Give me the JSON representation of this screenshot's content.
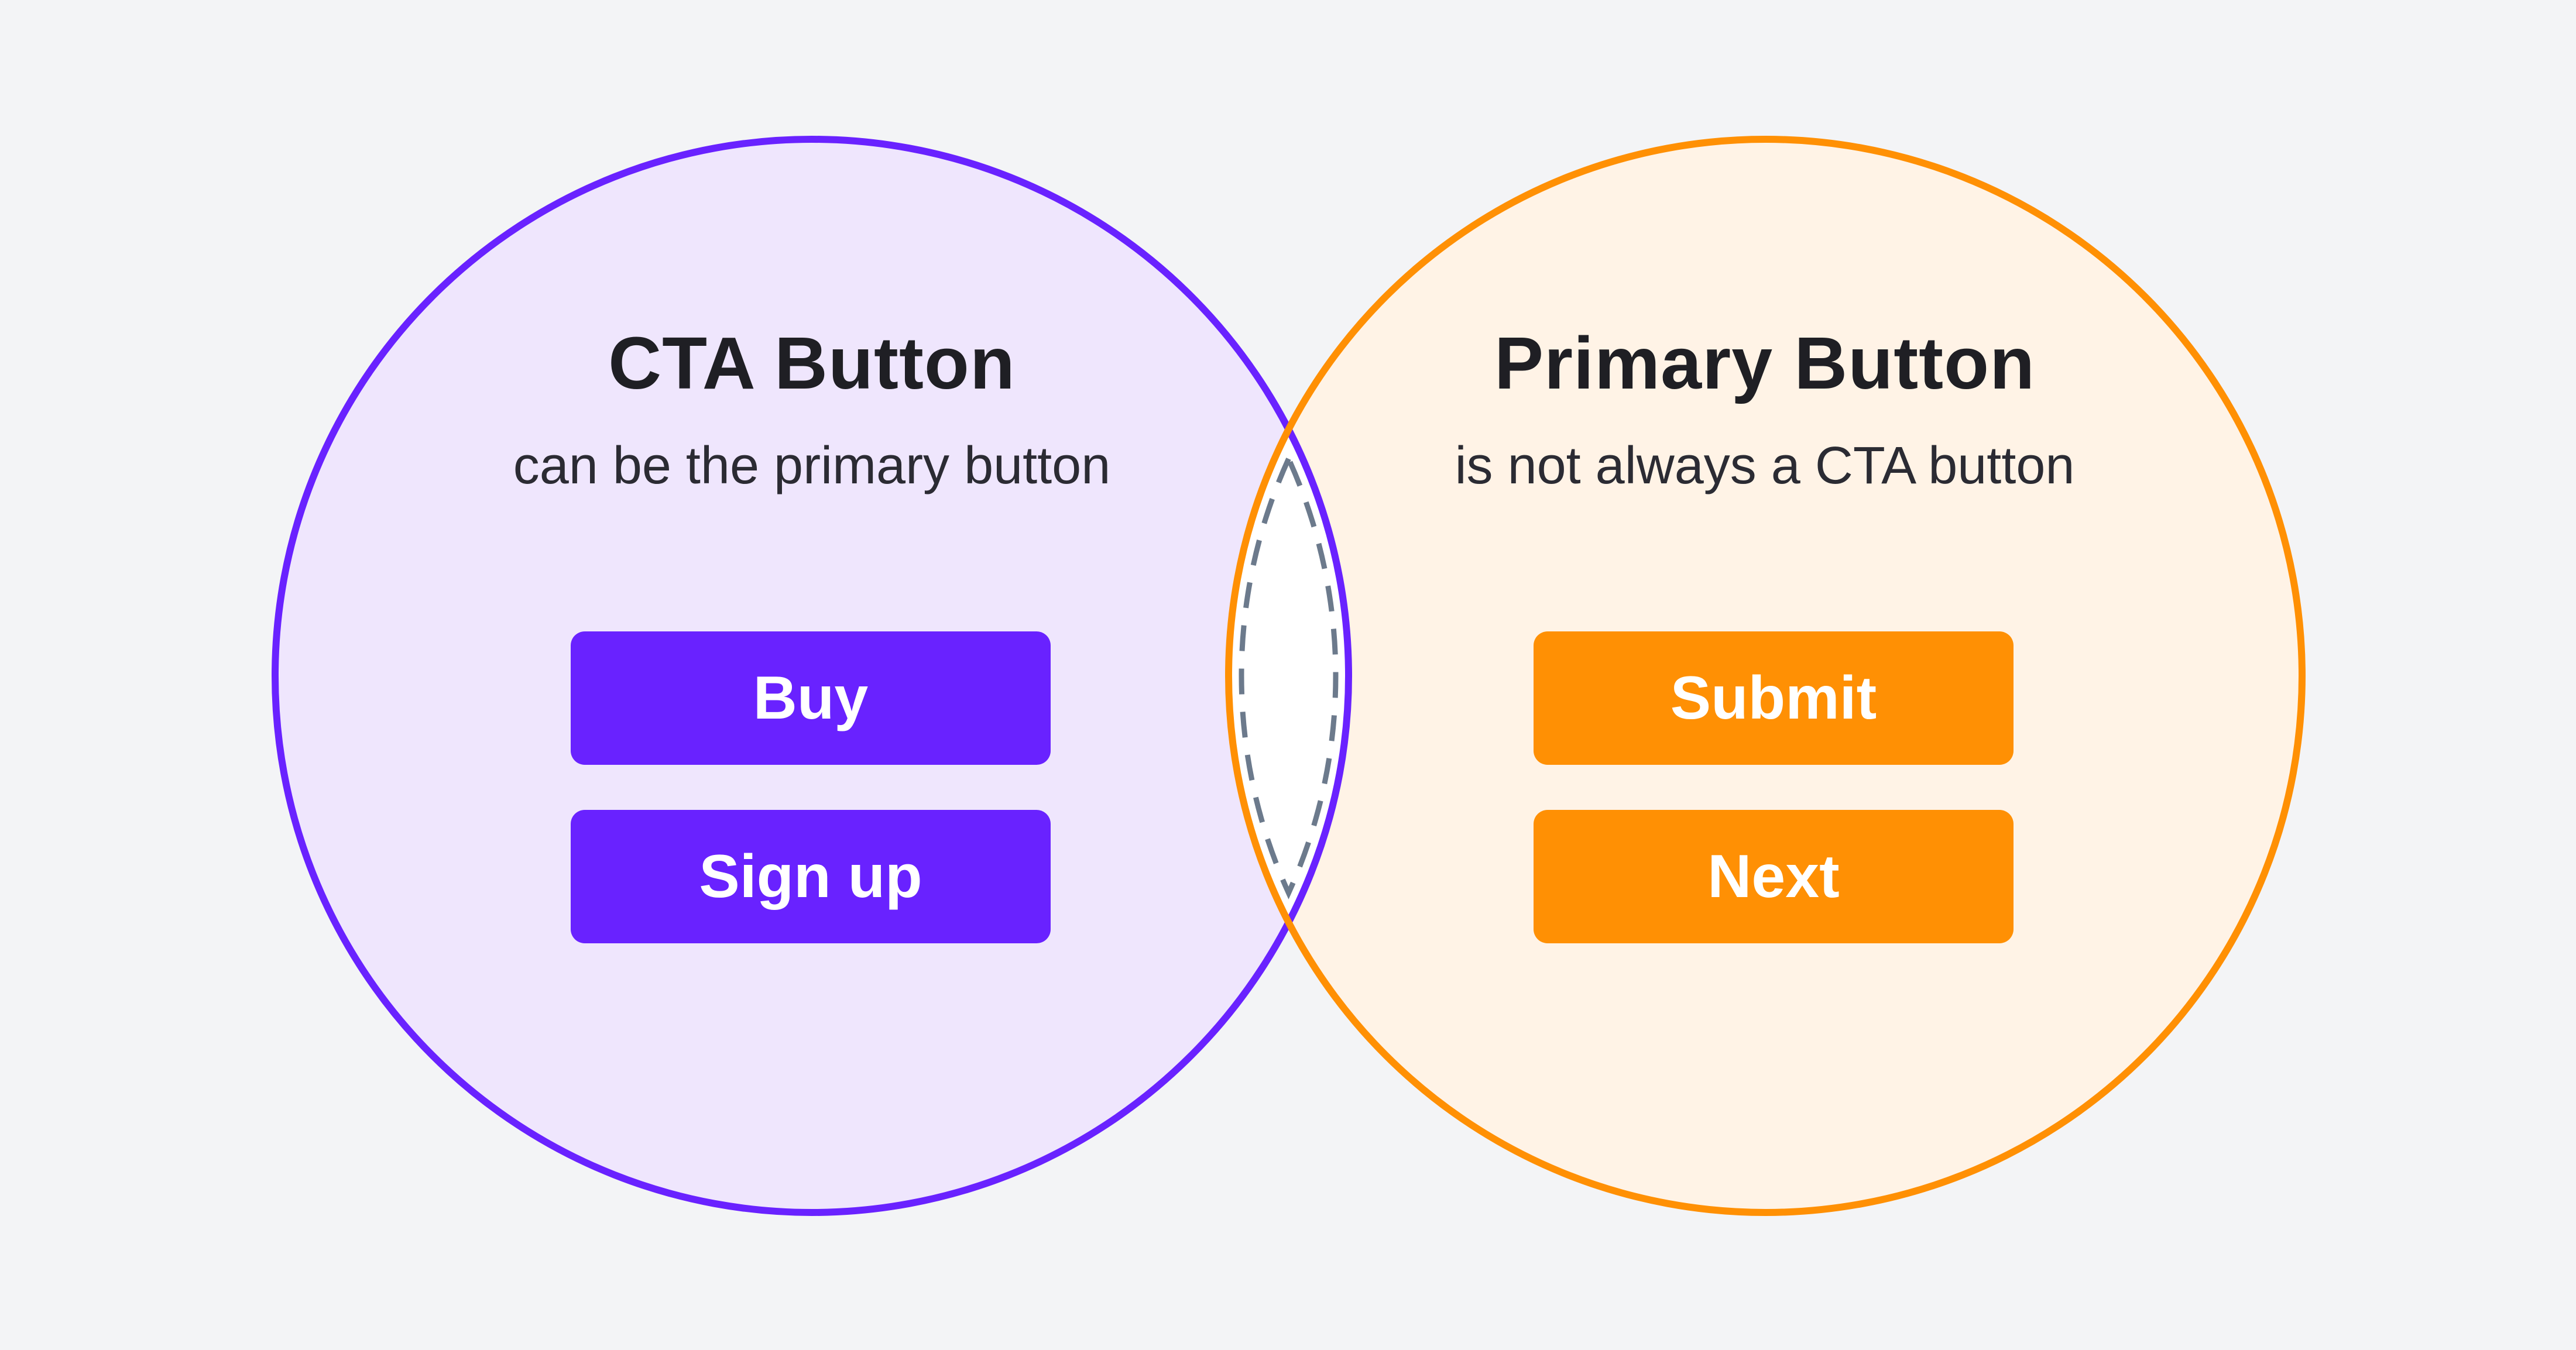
{
  "colors": {
    "background": "#f3f4f6",
    "left_fill": "#efe6fd",
    "left_stroke": "#6922ff",
    "right_fill": "#fff3e6",
    "right_stroke": "#ff9004",
    "overlap_fill": "#ffffff",
    "overlap_dash": "#6c7a8c"
  },
  "left": {
    "title": "CTA Button",
    "subtitle": "can be the primary button",
    "buttons": [
      {
        "label": "Buy"
      },
      {
        "label": "Sign up"
      }
    ]
  },
  "right": {
    "title": "Primary Button",
    "subtitle": "is not always a CTA button",
    "buttons": [
      {
        "label": "Submit"
      },
      {
        "label": "Next"
      }
    ]
  }
}
